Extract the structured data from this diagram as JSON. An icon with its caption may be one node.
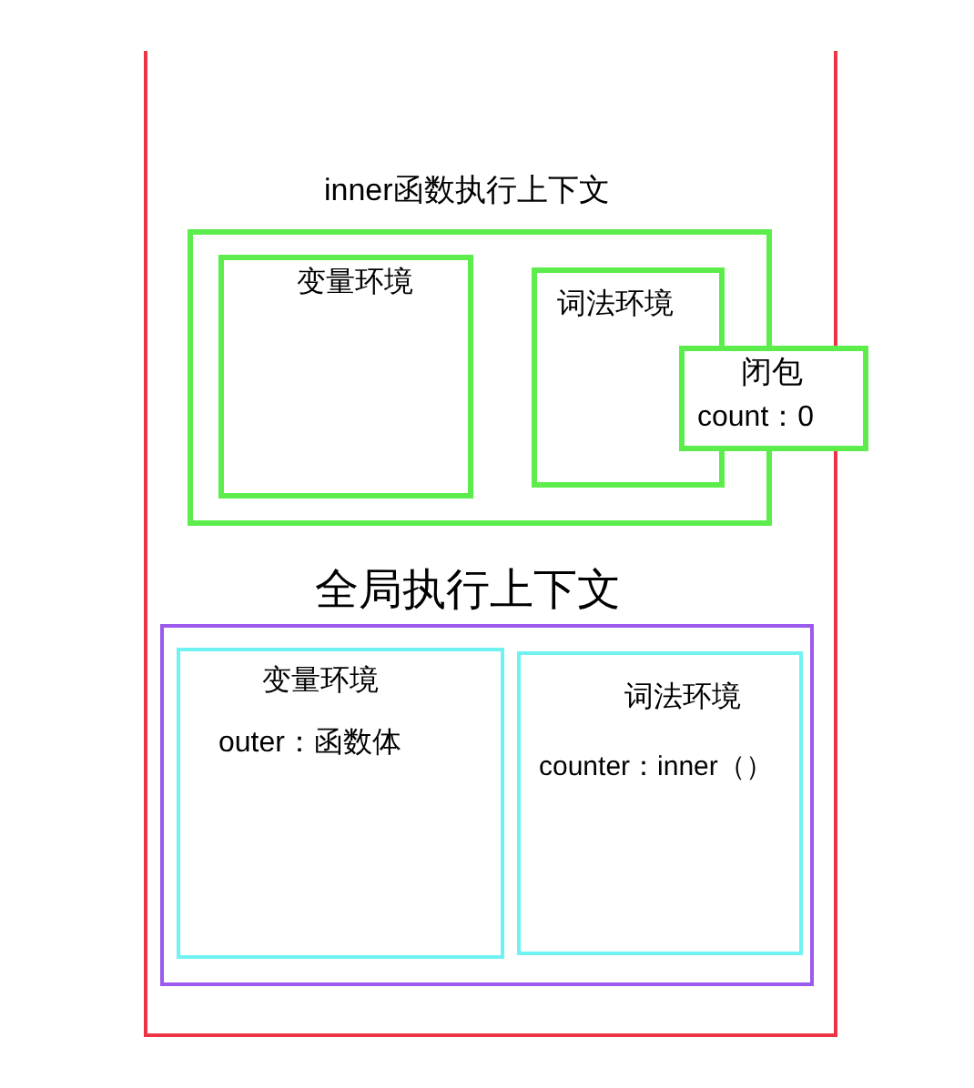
{
  "diagram": {
    "nodes": [
      {
        "text": [],
        "shape": "box"
      },
      {
        "text": [
          "inner函数执行上下文"
        ],
        "in": 0
      },
      {
        "text": [
          "变量环境"
        ],
        "in": 1
      },
      {
        "text": [
          "词法环境"
        ],
        "in": 1
      },
      {
        "text": [
          "闭包",
          "count：0"
        ]
      },
      {
        "text": [
          "全局执行上下文"
        ],
        "in": 0
      },
      {
        "text": [
          "变量环境",
          "outer：函数体"
        ],
        "in": 5
      },
      {
        "text": [
          "词法环境",
          "counter：inner（）"
        ],
        "in": 5
      }
    ]
  }
}
